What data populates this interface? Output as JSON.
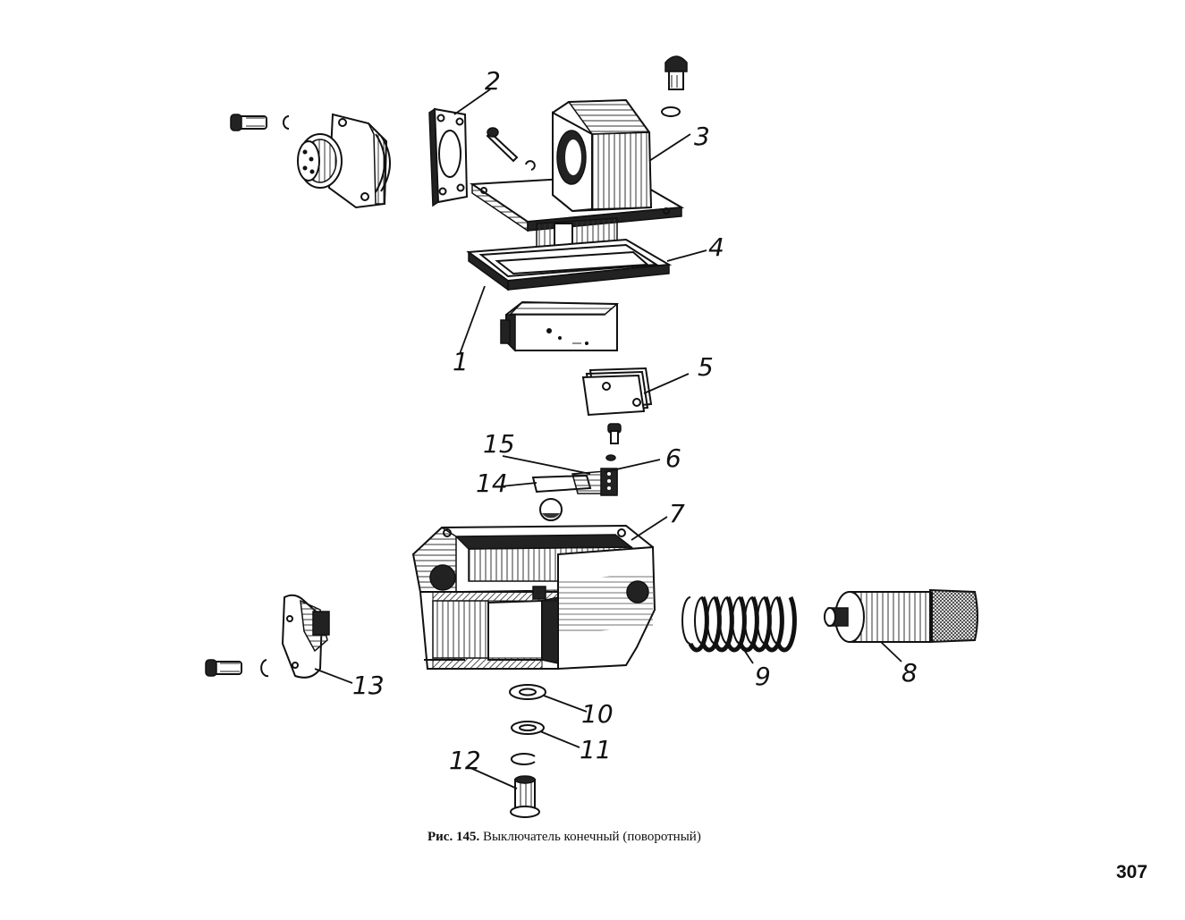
{
  "diagram": {
    "callouts": [
      "1",
      "2",
      "3",
      "4",
      "5",
      "6",
      "7",
      "8",
      "9",
      "10",
      "11",
      "12",
      "13",
      "14",
      "15"
    ]
  },
  "caption": {
    "prefix": "Рис. 145.",
    "text": "Выключатель конечный (поворотный)"
  },
  "page_number": "307"
}
